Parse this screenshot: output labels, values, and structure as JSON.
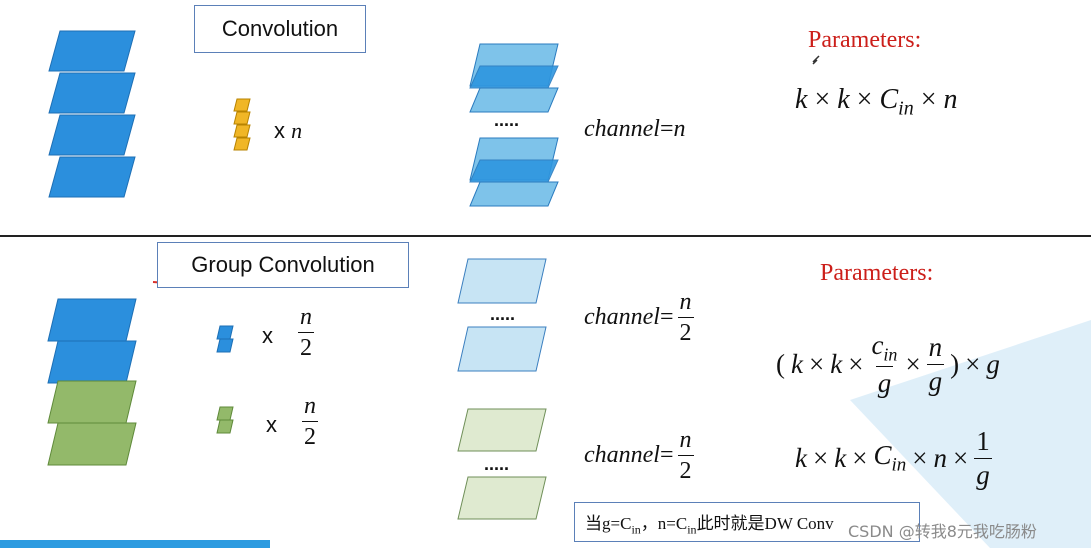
{
  "top": {
    "title": "Convolution",
    "kernel_times": "x",
    "kernel_count": "n",
    "dots": ".....",
    "channel_label": "channel",
    "channel_eq": "=",
    "channel_value": "n",
    "params_title": "Parameters:",
    "formula": {
      "k1": "k",
      "times1": "×",
      "k2": "k",
      "times2": "×",
      "c": "C",
      "c_sub": "in",
      "times3": "×",
      "n": "n"
    }
  },
  "bottom": {
    "title": "Group Convolution",
    "kernel1_times": "x",
    "kernel1_num": "n",
    "kernel1_den": "2",
    "kernel2_times": "x",
    "kernel2_num": "n",
    "kernel2_den": "2",
    "dots1": ".....",
    "dots2": ".....",
    "channel1_label": "channel",
    "channel1_eq": "=",
    "channel1_num": "n",
    "channel1_den": "2",
    "channel2_label": "channel",
    "channel2_eq": "=",
    "channel2_num": "n",
    "channel2_den": "2",
    "params_title": "Parameters:",
    "formula1": {
      "lparen": "(",
      "k1": "k",
      "t1": "×",
      "k2": "k",
      "t2": "×",
      "c": "c",
      "c_sub": "in",
      "g1": "g",
      "t3": "×",
      "n": "n",
      "g2": "g",
      "rparen": ")",
      "t4": "×",
      "g3": "g"
    },
    "formula2": {
      "k1": "k",
      "t1": "×",
      "k2": "k",
      "t2": "×",
      "c": "C",
      "c_sub": "in",
      "t3": "×",
      "n": "n",
      "t4": "×",
      "one": "1",
      "g": "g"
    },
    "note": {
      "p1": "当g=C",
      "s1": "in",
      "p2": "，n=C",
      "s2": "in",
      "p3": "此时就是DW Conv"
    }
  },
  "watermark": "CSDN @转我8元我吃肠粉",
  "colors": {
    "blue": "#2b8fdd",
    "light_blue": "#7ec3ea",
    "pale_blue": "#c7e4f4",
    "green": "#93b96a",
    "pale_green": "#dfead0",
    "orange": "#f0b626",
    "red": "#cc1f1a",
    "divider": "#222222",
    "accent_bar": "#2d9be0"
  }
}
